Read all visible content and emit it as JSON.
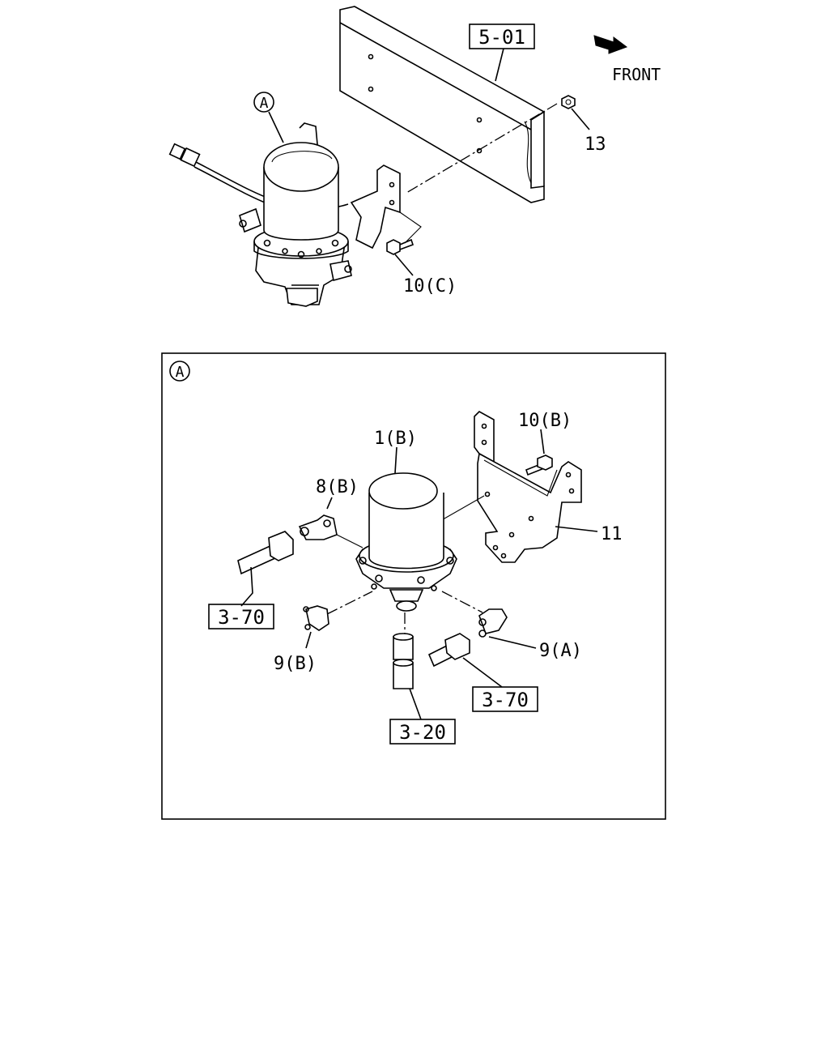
{
  "front_label": "FRONT",
  "view_marker": "A",
  "refs": {
    "frame_ref": "5-01",
    "pipe_ref_left": "3-70",
    "pipe_ref_right": "3-70",
    "hose_ref": "3-20"
  },
  "callouts": {
    "nut": "13",
    "bolt_c": "10(C)",
    "dryer": "1(B)",
    "elbow": "8(B)",
    "bolt_b": "10(B)",
    "bracket": "11",
    "connector_a": "9(A)",
    "connector_b": "9(B)"
  }
}
